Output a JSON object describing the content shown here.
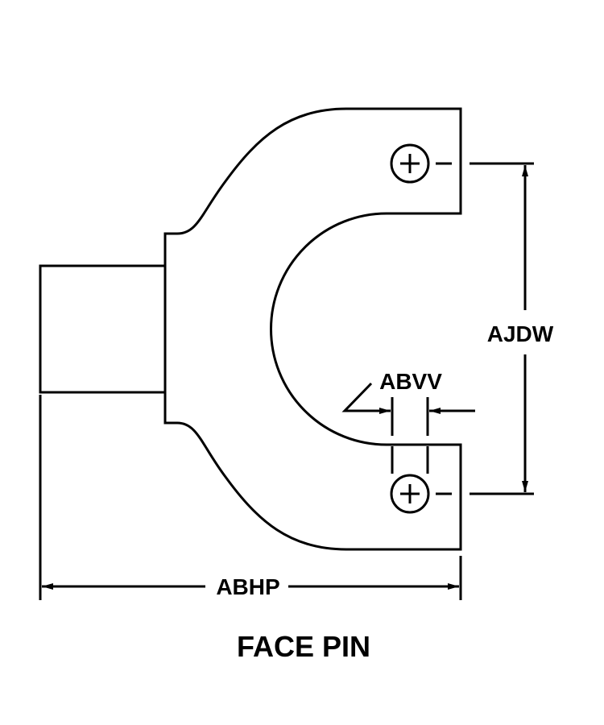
{
  "title": "FACE PIN",
  "dimensions": {
    "overall_length": "ABHP",
    "hole_spacing": "AJDW",
    "slot_width": "ABVV"
  },
  "colors": {
    "line": "#000000",
    "background": "#ffffff"
  }
}
